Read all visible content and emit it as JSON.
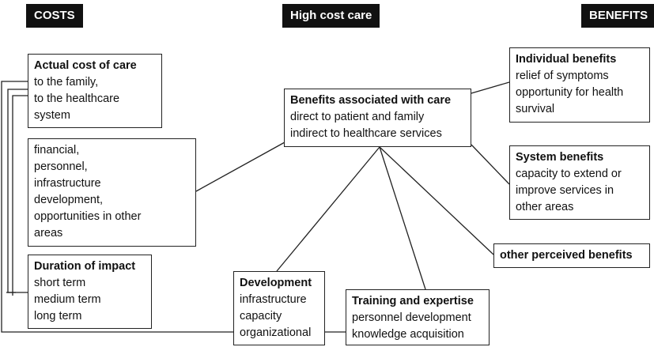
{
  "header": {
    "costs": "COSTS",
    "center": "High cost care",
    "benefits": "BENEFITS"
  },
  "nodes": {
    "actual_cost": {
      "title": "Actual cost of care",
      "lines": [
        "to the family,",
        "to the healthcare",
        "system"
      ]
    },
    "cost_types": {
      "lines": [
        "financial,",
        "personnel,",
        "infrastructure",
        "development,",
        "opportunities in other",
        "areas"
      ]
    },
    "duration": {
      "title": "Duration of impact",
      "lines": [
        "short term",
        "medium term",
        "long term"
      ]
    },
    "benefits_care": {
      "title": "Benefits associated with care",
      "lines": [
        "direct to patient and family",
        "indirect to healthcare services"
      ]
    },
    "individual": {
      "title": "Individual benefits",
      "lines": [
        "relief of symptoms",
        "opportunity for health",
        "survival"
      ]
    },
    "system": {
      "title": "System benefits",
      "lines": [
        "capacity to extend or",
        "improve services in",
        "other areas"
      ]
    },
    "other": {
      "title": "other perceived benefits"
    },
    "development": {
      "title": "Development",
      "lines": [
        "infrastructure",
        "capacity",
        "organizational"
      ]
    },
    "training": {
      "title": "Training and expertise",
      "lines": [
        "personnel development",
        "knowledge acquisition"
      ]
    }
  },
  "colors": {
    "ink": "#111111",
    "background": "#ffffff"
  }
}
